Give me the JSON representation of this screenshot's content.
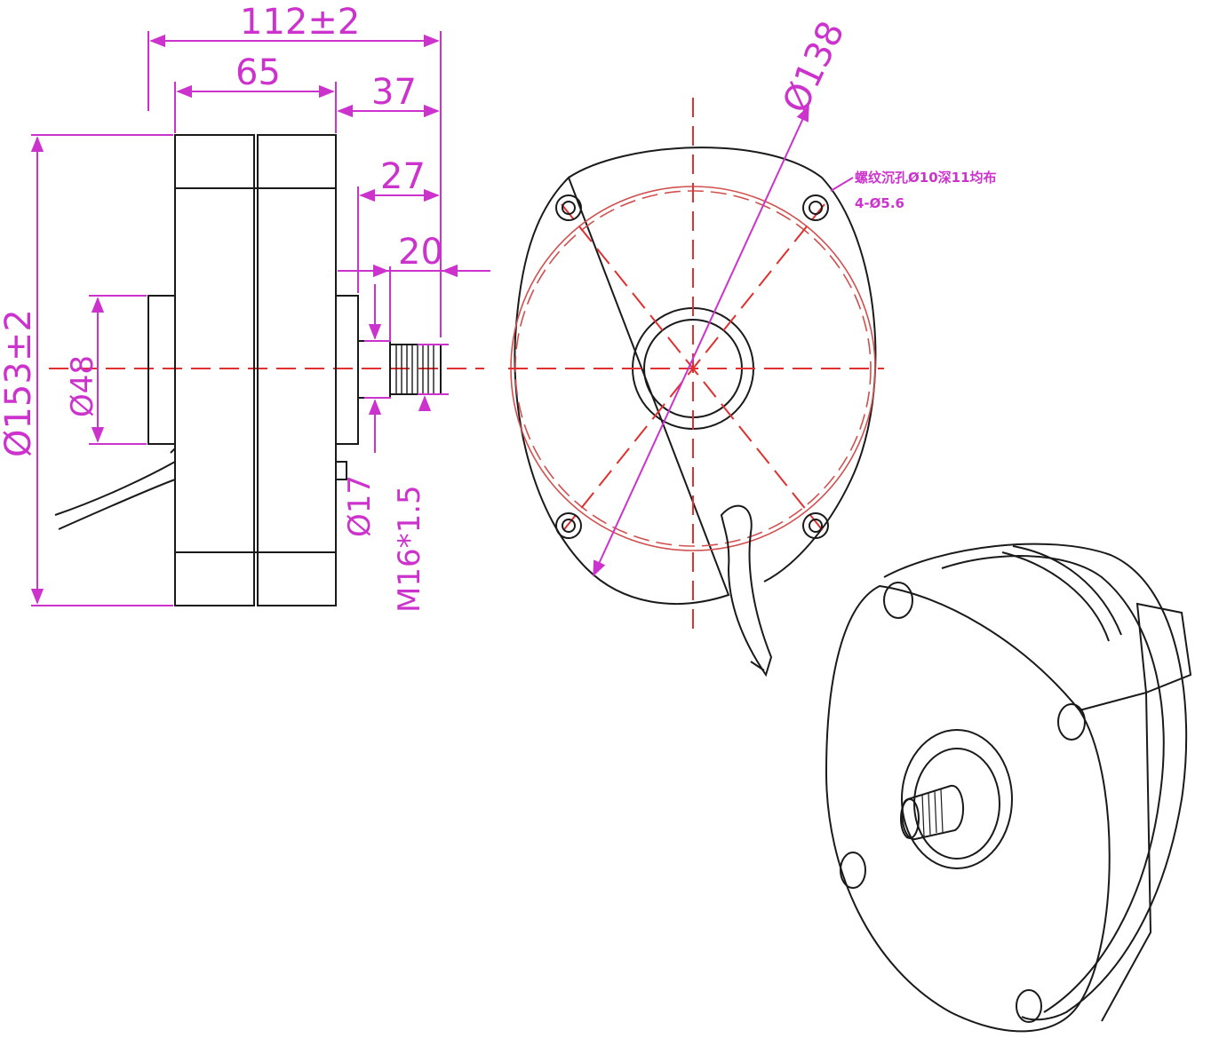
{
  "colors": {
    "dimension": "#cc33cc",
    "centerline": "#e03030",
    "outline": "#1a1a1a",
    "background": "#ffffff"
  },
  "side_view": {
    "overall_length": "112±2",
    "body_length": "65",
    "front_projection": "37",
    "shaft_projection": "27",
    "thread_length": "20",
    "overall_diameter": "Ø153±2",
    "rear_boss_diameter": "Ø48",
    "shaft_diameter": "Ø17",
    "thread_spec": "M16*1.5"
  },
  "front_view": {
    "bolt_circle_diameter": "Ø138",
    "note_holes": "螺纹沉孔Ø10深11均布",
    "note_count": "4-Ø5.6"
  },
  "iso_view": {}
}
